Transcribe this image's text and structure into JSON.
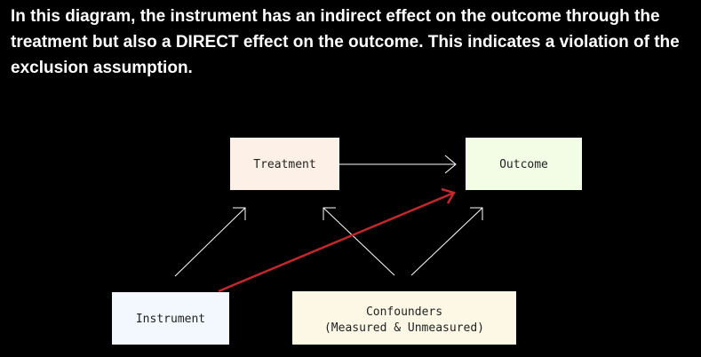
{
  "caption": "In this diagram, the instrument has an indirect effect on the outcome through the treatment but also a DIRECT effect on the outcome. This indicates a violation of the exclusion assumption.",
  "nodes": {
    "treatment": {
      "label": "Treatment",
      "fill": "#fdf0e6"
    },
    "outcome": {
      "label": "Outcome",
      "fill": "#f3fde6"
    },
    "instrument": {
      "label": "Instrument",
      "fill": "#f2f8fe"
    },
    "confounders": {
      "label_line1": "Confounders",
      "label_line2": "(Measured & Unmeasured)",
      "fill": "#fdf8e6"
    }
  },
  "colors": {
    "background": "#000000",
    "edge": "#ffffff",
    "direct_effect_edge": "#c0282b"
  }
}
